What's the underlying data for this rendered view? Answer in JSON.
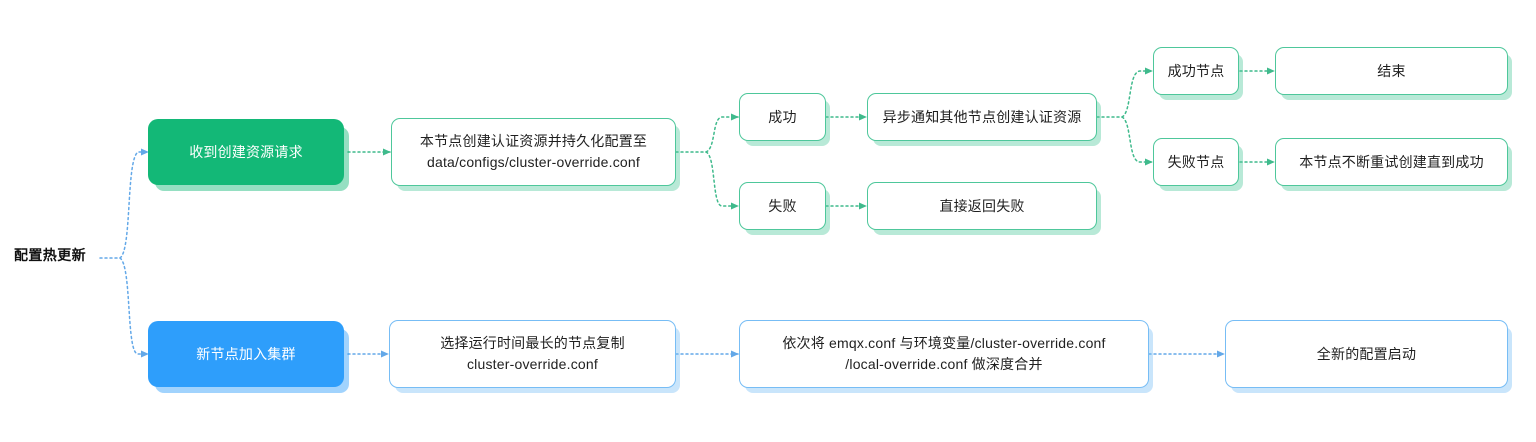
{
  "diagram": {
    "title": "配置热更新",
    "background": "#ffffff",
    "colors": {
      "green_fill": "#13b877",
      "blue_fill": "#2e9efb",
      "green_border": "#4ec79b",
      "blue_border": "#77bdf5",
      "green_edge": "#3fba8c",
      "blue_edge": "#63a8e8",
      "text": "#1f1f1f",
      "root_text": "#111111"
    },
    "root": {
      "label": "配置热更新"
    },
    "branches": [
      {
        "id": "hot-update-branch",
        "accent": "green",
        "root_node": {
          "label": "收到创建资源请求"
        },
        "step_node": {
          "label": "本节点创建认证资源并持久化配置至\ndata/configs/cluster-override.conf"
        },
        "outcomes": [
          {
            "id": "success",
            "label": "成功",
            "next": {
              "label": "异步通知其他节点创建认证资源"
            },
            "results": [
              {
                "id": "success-node",
                "label": "成功节点",
                "next": {
                  "label": "结束"
                }
              },
              {
                "id": "failure-node",
                "label": "失败节点",
                "next": {
                  "label": "本节点不断重试创建直到成功"
                }
              }
            ]
          },
          {
            "id": "failure",
            "label": "失败",
            "next": {
              "label": "直接返回失败"
            },
            "results": []
          }
        ]
      },
      {
        "id": "new-node-join-branch",
        "accent": "blue",
        "root_node": {
          "label": "新节点加入集群"
        },
        "steps": [
          {
            "label": "选择运行时间最长的节点复制\ncluster-override.conf"
          },
          {
            "label": "依次将 emqx.conf 与环境变量/cluster-override.conf\n/local-override.conf 做深度合并"
          },
          {
            "label": "全新的配置启动"
          }
        ]
      }
    ]
  }
}
